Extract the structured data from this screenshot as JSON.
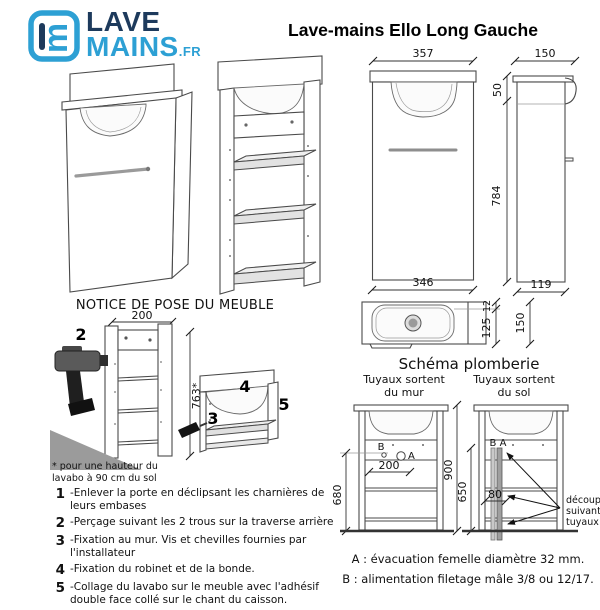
{
  "logo": {
    "word1": "LAVE",
    "word2": "MAINS",
    "suffix": ".FR",
    "monogram": "m",
    "color_dark": "#1d3a5c",
    "color_light": "#2da0d4"
  },
  "title": "Lave-mains Ello Long Gauche",
  "front_view": {
    "dim_top": "357",
    "dim_bottom": "346"
  },
  "side_view": {
    "dim_top": "150",
    "dim_apron": "50",
    "dim_height": "784",
    "dim_bottom": "119"
  },
  "plan_view": {
    "dim_lip": "12",
    "dim_basin": "125",
    "dim_depth": "150"
  },
  "notice": {
    "heading": "NOTICE DE POSE DU MEUBLE",
    "dim_width": "200",
    "dim_height": "763*",
    "marker_2": "2",
    "marker_3": "3",
    "marker_4": "4",
    "marker_5": "5",
    "footnote_line1": "* pour une hauteur du",
    "footnote_line2": "lavabo à 90 cm du sol"
  },
  "steps": [
    {
      "num": "1",
      "text": "-Enlever la porte en déclipsant les charnières de leurs embases"
    },
    {
      "num": "2",
      "text": "-Perçage suivant les 2 trous sur la traverse arrière"
    },
    {
      "num": "3",
      "text": "-Fixation au mur. Vis et chevilles fournies par l'installateur"
    },
    {
      "num": "4",
      "text": "-Fixation du robinet et de la bonde."
    },
    {
      "num": "5",
      "text": "-Collage du lavabo sur le meuble avec l'adhésif double face collé sur le chant du caisson."
    }
  ],
  "plumbing": {
    "heading": "Schéma plomberie",
    "wall": {
      "label_line1": "Tuyaux sortent",
      "label_line2": "du mur",
      "point_b": "B",
      "point_a": "A",
      "dim_spacing": "200",
      "dim_height_b": "680",
      "dim_total": "900"
    },
    "floor": {
      "label_line1": "Tuyaux sortent",
      "label_line2": "du sol",
      "points": "B A",
      "dim_spacing": "80",
      "dim_height": "650",
      "note_line1": "découpes",
      "note_line2": "suivant",
      "note_line3": "tuyaux"
    },
    "legend_a": "A : évacuation femelle diamètre 32 mm.",
    "legend_b": "B : alimentation filetage mâle 3/8 ou 12/17."
  }
}
